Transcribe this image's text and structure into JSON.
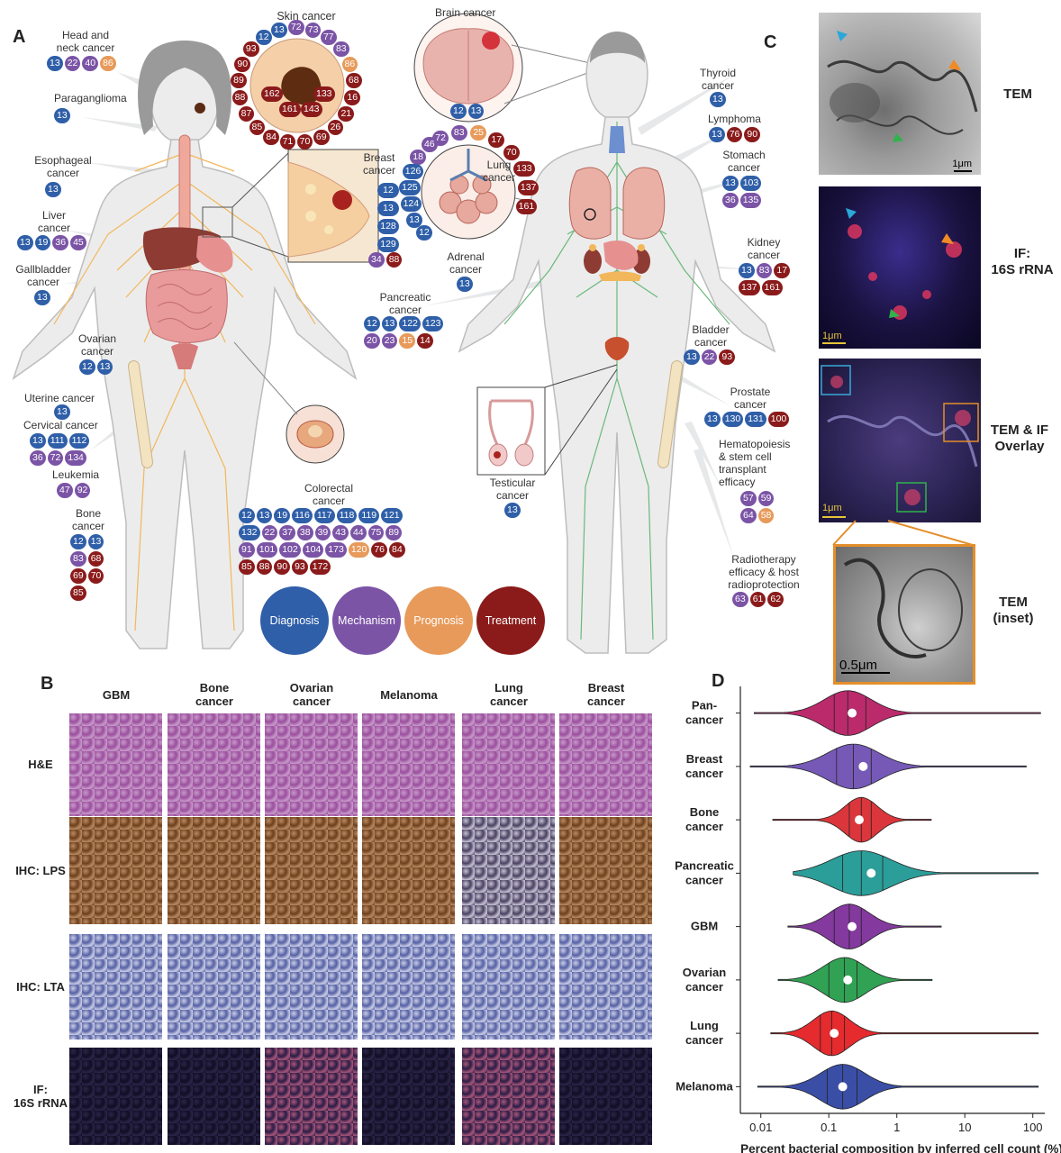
{
  "panels": {
    "a": "A",
    "b": "B",
    "c": "C",
    "d": "D"
  },
  "colors": {
    "diagnosis": "#2f5fa8",
    "mechanism": "#7b54a6",
    "prognosis": "#e79a5a",
    "treatment": "#8b1b1b"
  },
  "legend": {
    "diagnosis": "Diagnosis",
    "mechanism": "Mechanism",
    "prognosis": "Prognosis",
    "treatment": "Treatment"
  },
  "cancers": {
    "head_neck": {
      "label": "Head and\nneck cancer",
      "refs": [
        [
          "13",
          "d"
        ],
        [
          "22",
          "m"
        ],
        [
          "40",
          "m"
        ],
        [
          "86",
          "p"
        ]
      ]
    },
    "paraganglioma": {
      "label": "Paraganglioma",
      "refs": [
        [
          "13",
          "d"
        ]
      ]
    },
    "esophageal": {
      "label": "Esophageal\ncancer",
      "refs": [
        [
          "13",
          "d"
        ]
      ]
    },
    "liver": {
      "label": "Liver\ncancer",
      "refs": [
        [
          "13",
          "d"
        ],
        [
          "19",
          "d"
        ],
        [
          "36",
          "m"
        ],
        [
          "45",
          "m"
        ]
      ]
    },
    "gallbladder": {
      "label": "Gallbladder\ncancer",
      "refs": [
        [
          "13",
          "d"
        ]
      ]
    },
    "ovarian": {
      "label": "Ovarian\ncancer",
      "refs": [
        [
          "12",
          "d"
        ],
        [
          "13",
          "d"
        ]
      ]
    },
    "uterine": {
      "label": "Uterine cancer",
      "refs": [
        [
          "13",
          "d"
        ]
      ]
    },
    "cervical": {
      "label": "Cervical cancer",
      "refs": [
        [
          "13",
          "d"
        ],
        [
          "111",
          "d"
        ],
        [
          "112",
          "d"
        ],
        [
          "36",
          "m"
        ],
        [
          "72",
          "m"
        ],
        [
          "134",
          "m"
        ]
      ]
    },
    "leukemia": {
      "label": "Leukemia",
      "refs": [
        [
          "47",
          "m"
        ],
        [
          "92",
          "m"
        ]
      ]
    },
    "bone": {
      "label": "Bone\ncancer",
      "refs": [
        [
          "12",
          "d"
        ],
        [
          "13",
          "d"
        ],
        [
          "83",
          "m"
        ],
        [
          "68",
          "t"
        ],
        [
          "69",
          "t"
        ],
        [
          "70",
          "t"
        ],
        [
          "85",
          "t"
        ]
      ]
    },
    "skin": {
      "label": "Skin cancer"
    },
    "breast": {
      "label": "Breast\ncancer",
      "refs": [
        [
          "12",
          "d"
        ],
        [
          "13",
          "d"
        ],
        [
          "128",
          "d"
        ],
        [
          "129",
          "d"
        ],
        [
          "34",
          "m"
        ],
        [
          "88",
          "t"
        ]
      ]
    },
    "colorectal": {
      "label": "Colorectal\ncancer",
      "refs": [
        [
          "12",
          "d"
        ],
        [
          "13",
          "d"
        ],
        [
          "19",
          "d"
        ],
        [
          "116",
          "d"
        ],
        [
          "117",
          "d"
        ],
        [
          "118",
          "d"
        ],
        [
          "119",
          "d"
        ],
        [
          "121",
          "d"
        ],
        [
          "132",
          "d"
        ],
        [
          "22",
          "m"
        ],
        [
          "37",
          "m"
        ],
        [
          "38",
          "m"
        ],
        [
          "39",
          "m"
        ],
        [
          "43",
          "m"
        ],
        [
          "44",
          "m"
        ],
        [
          "75",
          "m"
        ],
        [
          "89",
          "m"
        ],
        [
          "91",
          "m"
        ],
        [
          "101",
          "m"
        ],
        [
          "102",
          "m"
        ],
        [
          "104",
          "m"
        ],
        [
          "173",
          "m"
        ],
        [
          "120",
          "p"
        ],
        [
          "76",
          "t"
        ],
        [
          "84",
          "t"
        ],
        [
          "85",
          "t"
        ],
        [
          "88",
          "t"
        ],
        [
          "90",
          "t"
        ],
        [
          "93",
          "t"
        ],
        [
          "172",
          "t"
        ]
      ]
    },
    "brain": {
      "label": "Brain cancer",
      "refs": [
        [
          "12",
          "d"
        ],
        [
          "13",
          "d"
        ]
      ]
    },
    "lung": {
      "label": "Lung\ncancer"
    },
    "adrenal": {
      "label": "Adrenal\ncancer",
      "refs": [
        [
          "13",
          "d"
        ]
      ]
    },
    "pancreatic": {
      "label": "Pancreatic\ncancer",
      "refs": [
        [
          "12",
          "d"
        ],
        [
          "13",
          "d"
        ],
        [
          "122",
          "d"
        ],
        [
          "123",
          "d"
        ],
        [
          "20",
          "m"
        ],
        [
          "23",
          "m"
        ],
        [
          "15",
          "p"
        ],
        [
          "14",
          "t"
        ]
      ]
    },
    "thyroid": {
      "label": "Thyroid\ncancer",
      "refs": [
        [
          "13",
          "d"
        ]
      ]
    },
    "lymphoma": {
      "label": "Lymphoma",
      "refs": [
        [
          "13",
          "d"
        ],
        [
          "76",
          "t"
        ],
        [
          "90",
          "t"
        ]
      ]
    },
    "stomach": {
      "label": "Stomach\ncancer",
      "refs": [
        [
          "13",
          "d"
        ],
        [
          "103",
          "d"
        ],
        [
          "36",
          "m"
        ],
        [
          "135",
          "m"
        ]
      ]
    },
    "kidney": {
      "label": "Kidney\ncancer",
      "refs": [
        [
          "13",
          "d"
        ],
        [
          "83",
          "m"
        ],
        [
          "17",
          "t"
        ],
        [
          "137",
          "t"
        ],
        [
          "161",
          "t"
        ]
      ]
    },
    "bladder": {
      "label": "Bladder\ncancer",
      "refs": [
        [
          "13",
          "d"
        ],
        [
          "22",
          "m"
        ],
        [
          "93",
          "t"
        ]
      ]
    },
    "prostate": {
      "label": "Prostate\ncancer",
      "refs": [
        [
          "13",
          "d"
        ],
        [
          "130",
          "d"
        ],
        [
          "131",
          "d"
        ],
        [
          "100",
          "t"
        ]
      ]
    },
    "hematopoiesis": {
      "label": "Hematopoiesis\n& stem cell\ntransplant\nefficacy",
      "refs": [
        [
          "57",
          "m"
        ],
        [
          "59",
          "m"
        ],
        [
          "64",
          "m"
        ],
        [
          "58",
          "p"
        ]
      ]
    },
    "radiotherapy": {
      "label": "Radiotherapy\nefficacy & host\nradioprotection",
      "refs": [
        [
          "63",
          "m"
        ],
        [
          "61",
          "t"
        ],
        [
          "62",
          "t"
        ]
      ]
    },
    "testicular": {
      "label": "Testicular\ncancer",
      "refs": [
        [
          "13",
          "d"
        ]
      ]
    }
  },
  "skin_ring": [
    [
      "12",
      "d"
    ],
    [
      "13",
      "d"
    ],
    [
      "72",
      "m"
    ],
    [
      "73",
      "m"
    ],
    [
      "77",
      "m"
    ],
    [
      "83",
      "m"
    ],
    [
      "86",
      "p"
    ],
    [
      "68",
      "t"
    ],
    [
      "16",
      "t"
    ],
    [
      "21",
      "t"
    ],
    [
      "26",
      "t"
    ],
    [
      "69",
      "t"
    ],
    [
      "70",
      "t"
    ],
    [
      "71",
      "t"
    ],
    [
      "84",
      "t"
    ],
    [
      "85",
      "t"
    ],
    [
      "87",
      "t"
    ],
    [
      "88",
      "t"
    ],
    [
      "89",
      "t"
    ],
    [
      "90",
      "t"
    ],
    [
      "93",
      "t"
    ]
  ],
  "skin_inner": [
    [
      "162",
      "t"
    ],
    [
      "133",
      "t"
    ],
    [
      "161",
      "t"
    ],
    [
      "143",
      "t"
    ]
  ],
  "breast_ring": [
    [
      "12",
      "d"
    ],
    [
      "13",
      "d"
    ],
    [
      "128",
      "d"
    ],
    [
      "129",
      "d"
    ]
  ],
  "lung_ring": [
    [
      "72",
      "m"
    ],
    [
      "83",
      "m"
    ],
    [
      "25",
      "p"
    ],
    [
      "17",
      "t"
    ],
    [
      "70",
      "t"
    ],
    [
      "133",
      "t"
    ],
    [
      "137",
      "t"
    ],
    [
      "161",
      "t"
    ],
    [
      "46",
      "m"
    ],
    [
      "18",
      "m"
    ],
    [
      "126",
      "d"
    ],
    [
      "125",
      "d"
    ],
    [
      "124",
      "d"
    ],
    [
      "13",
      "d"
    ],
    [
      "12",
      "d"
    ]
  ],
  "panel_b": {
    "columns": [
      "GBM",
      "Bone\ncancer",
      "Ovarian\ncancer",
      "Melanoma",
      "Lung\ncancer",
      "Breast\ncancer"
    ],
    "rows": [
      "H&E",
      "IHC: LPS",
      "IHC: LTA",
      "IF:\n16S rRNA"
    ]
  },
  "panel_c": {
    "tem": "TEM",
    "if": "IF:\n16S rRNA",
    "overlay": "TEM & IF\nOverlay",
    "inset": "TEM\n(inset)",
    "scale_tem": "1μm",
    "scale_if": "1μm",
    "scale_overlay": "1μm",
    "scale_inset": "0.5μm"
  },
  "chart_data": {
    "type": "violin",
    "xlabel": "Percent bacterial composition by inferred cell count (%)",
    "xscale": "log",
    "xlim": [
      0.005,
      150
    ],
    "xticks": [
      "0.01",
      "0.1",
      "1",
      "10",
      "100"
    ],
    "categories": [
      "Pan-\ncancer",
      "Breast\ncancer",
      "Bone\ncancer",
      "Pancreatic\ncancer",
      "GBM",
      "Ovarian\ncancer",
      "Lung\ncancer",
      "Melanoma"
    ],
    "series": [
      {
        "min": 0.008,
        "max": 130,
        "q1": 0.12,
        "median": 0.19,
        "q3": 0.35,
        "mean": 0.22,
        "color": "#b5195f"
      },
      {
        "min": 0.007,
        "max": 80,
        "q1": 0.13,
        "median": 0.23,
        "q3": 0.42,
        "mean": 0.32,
        "color": "#6a4bb0"
      },
      {
        "min": 0.015,
        "max": 3.2,
        "q1": 0.2,
        "median": 0.3,
        "q3": 0.42,
        "mean": 0.28,
        "color": "#d8252a"
      },
      {
        "min": 0.03,
        "max": 120,
        "q1": 0.16,
        "median": 0.3,
        "q3": 0.62,
        "mean": 0.42,
        "color": "#1a9690"
      },
      {
        "min": 0.025,
        "max": 4.5,
        "q1": 0.12,
        "median": 0.2,
        "q3": 0.3,
        "mean": 0.22,
        "color": "#7a2896"
      },
      {
        "min": 0.018,
        "max": 3.3,
        "q1": 0.1,
        "median": 0.17,
        "q3": 0.26,
        "mean": 0.19,
        "color": "#1f9a45"
      },
      {
        "min": 0.014,
        "max": 120,
        "q1": 0.075,
        "median": 0.11,
        "q3": 0.17,
        "mean": 0.12,
        "color": "#e3191c"
      },
      {
        "min": 0.009,
        "max": 120,
        "q1": 0.095,
        "median": 0.16,
        "q3": 0.26,
        "mean": 0.16,
        "color": "#2a3f9e"
      }
    ]
  }
}
